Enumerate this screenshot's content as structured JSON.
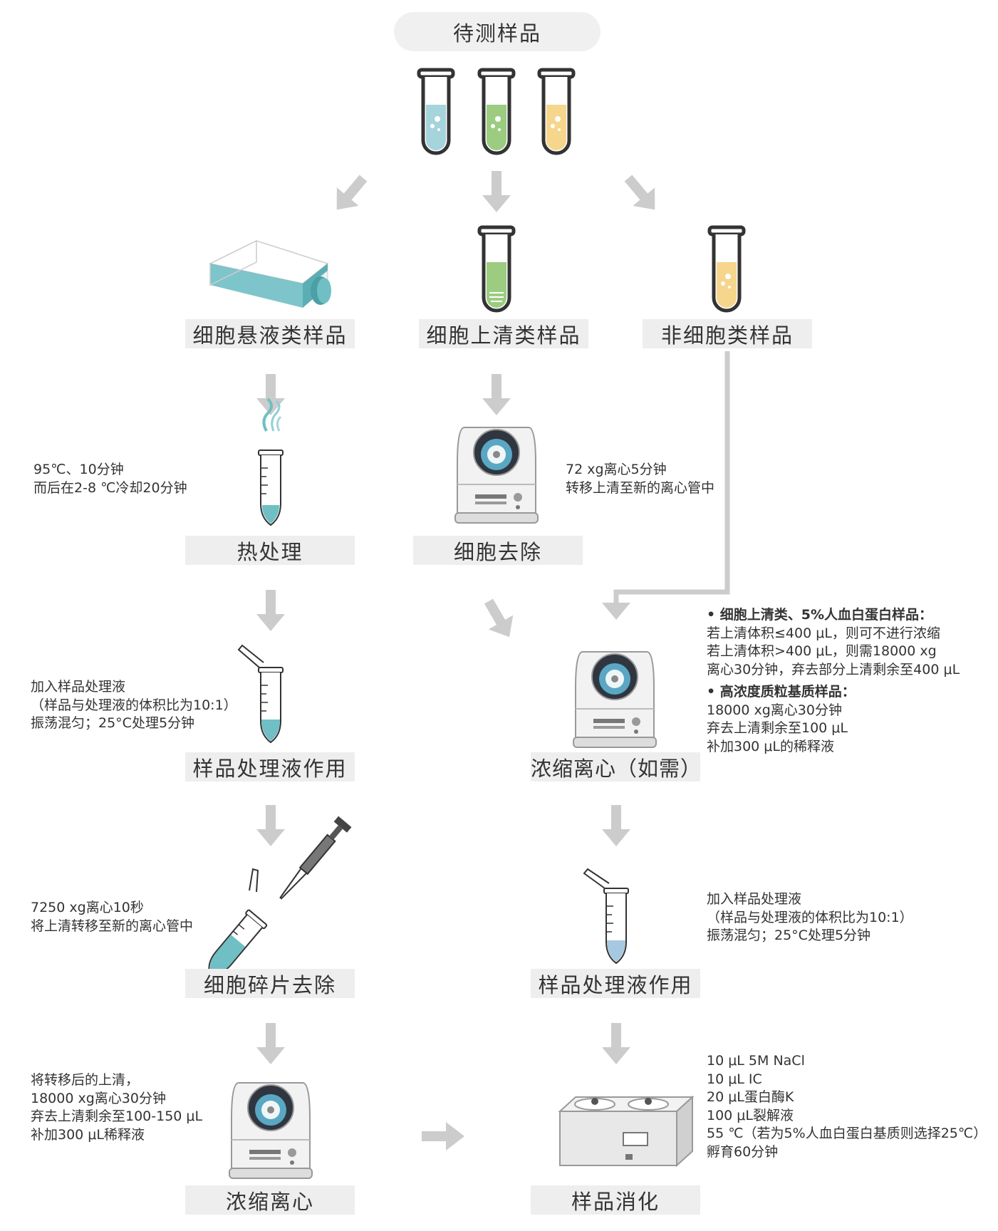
{
  "nodes": {
    "top": "待测样品",
    "cell_suspension": "细胞悬液类样品",
    "cell_supernatant": "细胞上清类样品",
    "non_cell": "非细胞类样品",
    "heat": "热处理",
    "cell_removal": "细胞去除",
    "sample_reagent_left": "样品处理液作用",
    "concentrate_optional": "浓缩离心（如需）",
    "debris_removal": "细胞碎片去除",
    "sample_reagent_right": "样品处理液作用",
    "concentrate_left": "浓缩离心",
    "digestion": "样品消化"
  },
  "notes": {
    "heat": [
      "95℃、10分钟",
      "而后在2-8 ℃冷却20分钟"
    ],
    "cell_removal": [
      "72 xg离心5分钟",
      "转移上清至新的离心管中"
    ],
    "reagent_left": [
      "加入样品处理液",
      "（样品与处理液的体积比为10:1）",
      "振荡混匀；25°C处理5分钟"
    ],
    "concentrate_head1": "• 细胞上清类、5%人血白蛋白样品：",
    "concentrate_lines1": [
      "若上清体积≤400 μL，则可不进行浓缩",
      "若上清体积>400 μL，则需18000 xg",
      "离心30分钟，弃去部分上清剩余至400 μL"
    ],
    "concentrate_head2": "• 高浓度质粒基质样品：",
    "concentrate_lines2": [
      "18000 xg离心30分钟",
      "弃去上清剩余至100 μL",
      "补加300 μL的稀释液"
    ],
    "debris": [
      "7250 xg离心10秒",
      "将上清转移至新的离心管中"
    ],
    "reagent_right": [
      "加入样品处理液",
      "（样品与处理液的体积比为10:1）",
      "振荡混匀；25°C处理5分钟"
    ],
    "concentrate_left": [
      "将转移后的上清，",
      "18000 xg离心30分钟",
      "弃去上清剩余至100-150 μL",
      "补加300 μL稀释液"
    ],
    "digestion": [
      "10 μL 5M NaCl",
      "10 μL IC",
      "20 μL蛋白酶K",
      "100 μL裂解液",
      "55 ℃（若为5%人血白蛋白基质则选择25℃）",
      "孵育60分钟"
    ]
  },
  "colors": {
    "blue": "#a6d4dc",
    "green": "#9ccc80",
    "yellow": "#f6d58c",
    "teal": "#6fbfc4",
    "arrow": "#cccccc",
    "box": "#eeeeee"
  }
}
